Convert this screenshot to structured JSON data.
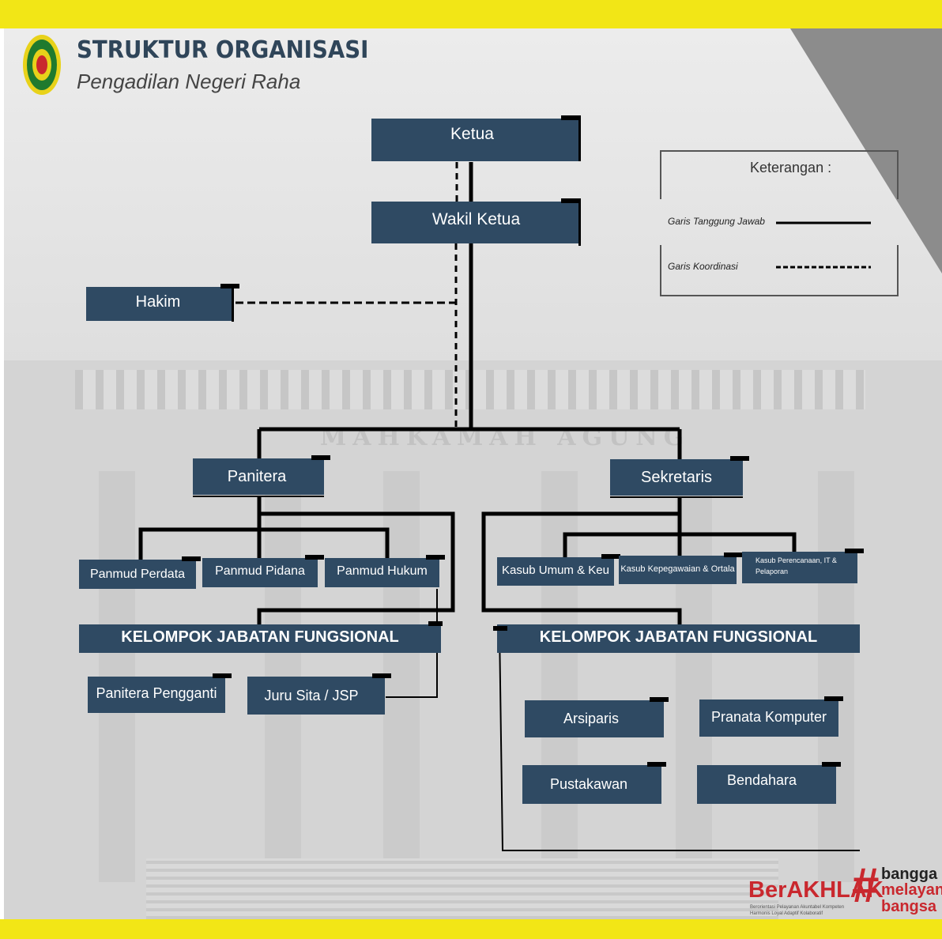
{
  "header": {
    "title": "STRUKTUR ORGANISASI",
    "subtitle": "Pengadilan Negeri Raha"
  },
  "background_text": "MAHKAMAH AGUNG",
  "legend": {
    "title": "Keterangan :",
    "solid_label": "Garis Tanggung Jawab",
    "dashed_label": "Garis Koordinasi"
  },
  "nodes": {
    "ketua": "Ketua",
    "wakil_ketua": "Wakil Ketua",
    "hakim": "Hakim",
    "panitera": "Panitera",
    "sekretaris": "Sekretaris",
    "panmud_perdata": "Panmud Perdata",
    "panmud_pidana": "Panmud Pidana",
    "panmud_hukum": "Panmud Hukum",
    "kasub_umum": "Kasub Umum & Keu",
    "kasub_kepegawaian": "Kasub Kepegawaian & Ortala",
    "kasub_perencanaan": "Kasub Perencanaan, IT & Pelaporan",
    "jabfung_left": "KELOMPOK JABATAN FUNGSIONAL",
    "jabfung_right": "KELOMPOK JABATAN FUNGSIONAL",
    "panitera_pengganti": "Panitera Pengganti",
    "juru_sita": "Juru Sita / JSP",
    "arsiparis": "Arsiparis",
    "pranata_komputer": "Pranata Komputer",
    "pustakawan": "Pustakawan",
    "bendahara": "Bendahara"
  },
  "branding": {
    "berakhlak": "BerAKHLAK",
    "berakhlak_line1": "Berorientasi Pelayanan  Akuntabel Kompeten",
    "berakhlak_line2": "Harmonis Loyal Adaptif Kolaboratif",
    "hash": "#",
    "bangga": "bangga",
    "melayani": "melayani",
    "bangsa": "bangsa"
  },
  "colors": {
    "box": "#2f4a63",
    "title": "#2f4559",
    "yellow": "#f2e616",
    "brand_red": "#c9282e"
  }
}
